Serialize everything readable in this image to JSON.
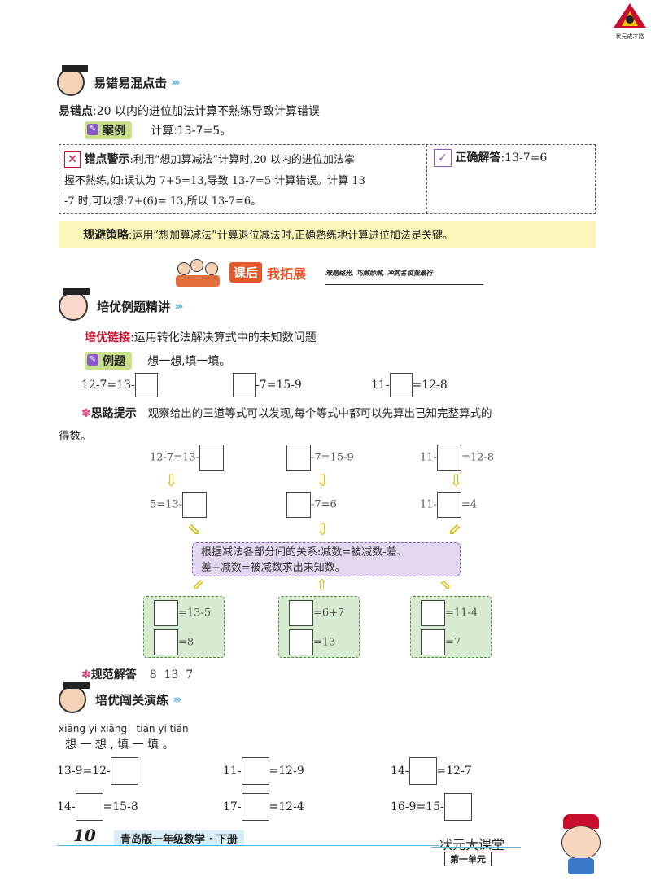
{
  "section_error": {
    "title": "易错易混点击",
    "point_label": "易错点",
    "point_text": ":20 以内的进位加法计算不熟练导致计算错误",
    "case_label": "案例",
    "case_text": "计算:13-7=5。",
    "warning_label": "错点警示",
    "warning_text_1": ":利用“想加算减法”计算时,20 以内的进位加法掌",
    "warning_text_2": "握不熟练,如:误认为 7+5=13,导致 13-7=5 计算错误。计算 13",
    "warning_text_3": "-7 时,可以想:7+(6)= 13,所以 13-7=6。",
    "correct_label": "正确解答",
    "correct_text": ":13-7=6",
    "strategy_label": "规避策略",
    "strategy_text": ":运用“想加算减法”计算退位减法时,正确熟练地计算进位加法是关键。"
  },
  "banner": {
    "tag1": "课后",
    "tag2": "我拓展",
    "slogan": "难题络光, 巧解妙解, 冲刺名校我最行"
  },
  "section_example": {
    "title": "培优例题精讲",
    "link_label": "培优链接",
    "link_text": ":运用转化法解决算式中的未知数问题",
    "example_label": "例题",
    "example_text": "想一想,填一填。",
    "eq1_left": "12-7=13-",
    "eq2_right": "-7=15-9",
    "eq3_left": "11-",
    "eq3_right": "=12-8",
    "hint_label": "思路提示",
    "hint_text_1": "观察给出的三道等式可以发现,每个等式中都可以先算出已知完整算式的",
    "hint_text_2": "得数。",
    "flow": {
      "c1_top": "12-7=13-",
      "c1_mid": "5=13-",
      "c2_top": "-7=15-9",
      "c2_mid": "-7=6",
      "c3_top_left": "11-",
      "c3_top_right": "=12-8",
      "c3_mid_left": "11-",
      "c3_mid_right": "=4",
      "rule_1": "根据减法各部分间的关系:减数=被减数-差、",
      "rule_2": "差+减数=被减数求出未知数。",
      "g1_a": "=13-5",
      "g1_b": "=8",
      "g2_a": "=6+7",
      "g2_b": "=13",
      "g3_a": "=11-4",
      "g3_b": "=7"
    },
    "answer_label": "规范解答",
    "answer_text": "8  13  7"
  },
  "section_practice": {
    "title": "培优闯关演练",
    "pinyin": "xiǎng yi xiǎng   tián yi tián",
    "prompt": "想 一 想 , 填 一 填 。",
    "r1": [
      "13-9=12-",
      "11-",
      "=12-9",
      "14-",
      "=12-7"
    ],
    "r2": [
      "14-",
      "=15-8",
      "17-",
      "=12-4",
      "16-9=15-"
    ]
  },
  "footer": {
    "page_no": "10",
    "book": "青岛版一年级数学 · 下册",
    "brand": "状元大课堂",
    "unit": "第一单元"
  },
  "logo_text": "状元成才路"
}
